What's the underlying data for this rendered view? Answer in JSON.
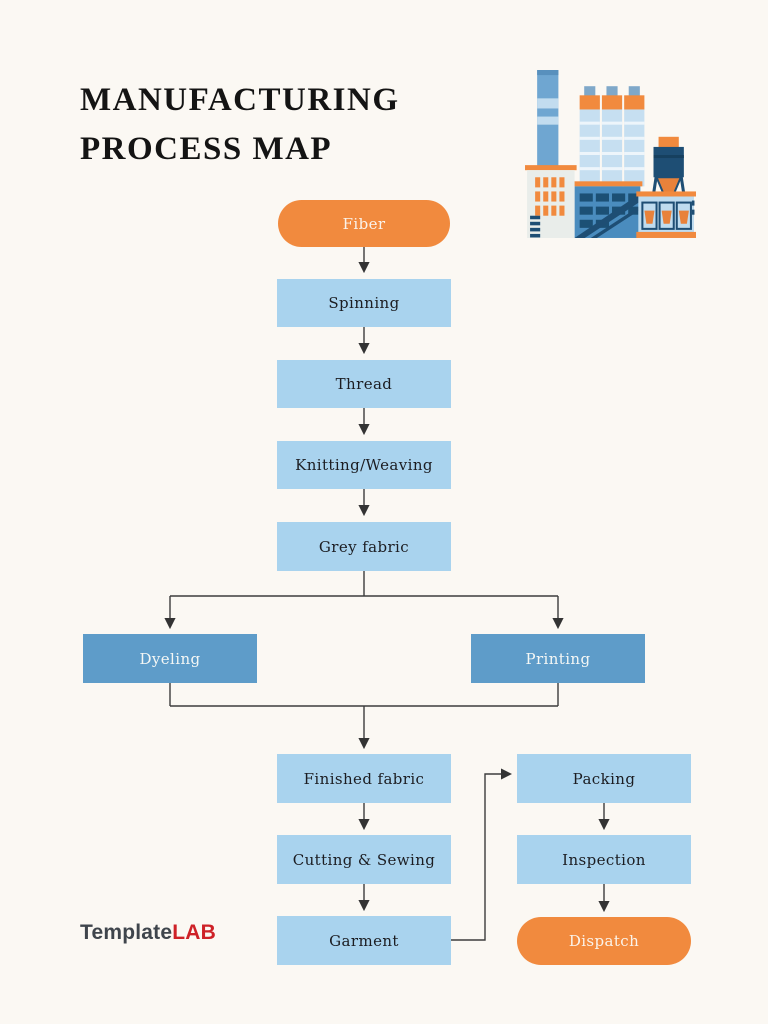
{
  "page": {
    "title_line1": "MANUFACTURING",
    "title_line2": "PROCESS MAP",
    "background_color": "#FBF8F3"
  },
  "logo": {
    "part1": "Template",
    "part2": "LAB",
    "part1_color": "#3F454C",
    "part2_color": "#CE2127"
  },
  "colors": {
    "terminal_fill": "#F18A3E",
    "process_fill": "#A9D3EE",
    "branch_fill": "#5E9CC9",
    "connector_stroke": "#3C3C3C",
    "process_text": "#1C1D22",
    "light_text": "#F4F7F5"
  },
  "illustration": {
    "name": "factory-illustration",
    "palette": [
      "#6FA6D1",
      "#BFDCEF",
      "#C6DFF1",
      "#E9EDEA",
      "#4A8CBE",
      "#1E4E74",
      "#F18A3E"
    ]
  },
  "flowchart": {
    "nodes": [
      {
        "id": "fiber",
        "label": "Fiber",
        "type": "start"
      },
      {
        "id": "spinning",
        "label": "Spinning",
        "type": "process"
      },
      {
        "id": "thread",
        "label": "Thread",
        "type": "process"
      },
      {
        "id": "knitting",
        "label": "Knitting/Weaving",
        "type": "process"
      },
      {
        "id": "greyfabric",
        "label": "Grey fabric",
        "type": "process"
      },
      {
        "id": "dyeling",
        "label": "Dyeling",
        "type": "branch"
      },
      {
        "id": "printing",
        "label": "Printing",
        "type": "branch"
      },
      {
        "id": "finished",
        "label": "Finished fabric",
        "type": "process"
      },
      {
        "id": "cutting",
        "label": "Cutting & Sewing",
        "type": "process"
      },
      {
        "id": "garment",
        "label": "Garment",
        "type": "process"
      },
      {
        "id": "packing",
        "label": "Packing",
        "type": "process"
      },
      {
        "id": "inspection",
        "label": "Inspection",
        "type": "process"
      },
      {
        "id": "dispatch",
        "label": "Dispatch",
        "type": "end"
      }
    ],
    "edges": [
      {
        "from": "fiber",
        "to": "spinning"
      },
      {
        "from": "spinning",
        "to": "thread"
      },
      {
        "from": "thread",
        "to": "knitting"
      },
      {
        "from": "knitting",
        "to": "greyfabric"
      },
      {
        "from": "greyfabric",
        "to": "dyeling"
      },
      {
        "from": "greyfabric",
        "to": "printing"
      },
      {
        "from": "dyeling",
        "to": "finished"
      },
      {
        "from": "printing",
        "to": "finished"
      },
      {
        "from": "finished",
        "to": "cutting"
      },
      {
        "from": "cutting",
        "to": "garment"
      },
      {
        "from": "garment",
        "to": "packing"
      },
      {
        "from": "packing",
        "to": "inspection"
      },
      {
        "from": "inspection",
        "to": "dispatch"
      }
    ]
  }
}
